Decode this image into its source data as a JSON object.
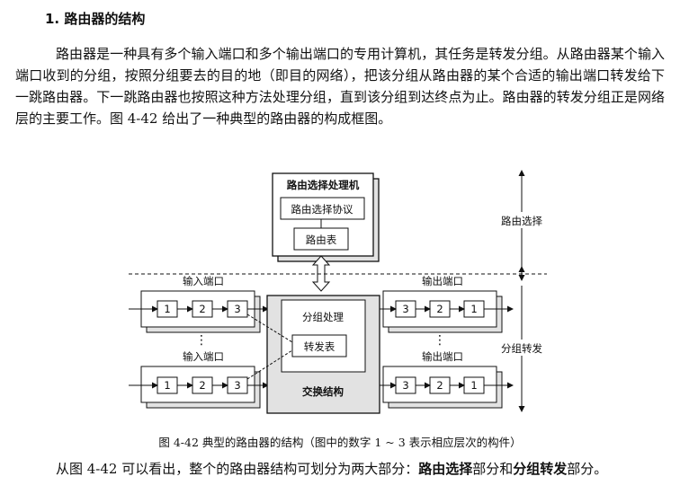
{
  "section_heading": "1. 路由器的结构",
  "paragraph_intro": "路由器是一种具有多个输入端口和多个输出端口的专用计算机，其任务是转发分组。从路由器某个输入端口收到的分组，按照分组要去的目的地（即目的网络），把该分组从路由器的某个合适的输出端口转发给下一跳路由器。下一跳路由器也按照这种方法处理分组，直到该分组到达终点为止。路由器的转发分组正是网络层的主要工作。图 4-42 给出了一种典型的路由器的构成框图。",
  "figure": {
    "routing_processor": "路由选择处理机",
    "routing_protocol": "路由选择协议",
    "routing_table": "路由表",
    "input_port": "输入端口",
    "output_port": "输出端口",
    "packet_processing": "分组处理",
    "forwarding_table": "转发表",
    "switch_fabric": "交换结构",
    "routing_select": "路由选择",
    "packet_forwarding": "分组转发",
    "ellipsis": "⋮",
    "input_layers": [
      "1",
      "2",
      "3"
    ],
    "output_layers": [
      "3",
      "2",
      "1"
    ]
  },
  "caption": "图 4-42   典型的路由器的结构（图中的数字 1 ~ 3 表示相应层次的构件）",
  "paragraph_summary_prefix": "从图 4-42 可以看出，整个的路由器结构可划分为两大部分：",
  "paragraph_summary_term1": "路由选择",
  "paragraph_summary_mid": "部分和",
  "paragraph_summary_term2": "分组转发",
  "paragraph_summary_suffix": "部分。"
}
